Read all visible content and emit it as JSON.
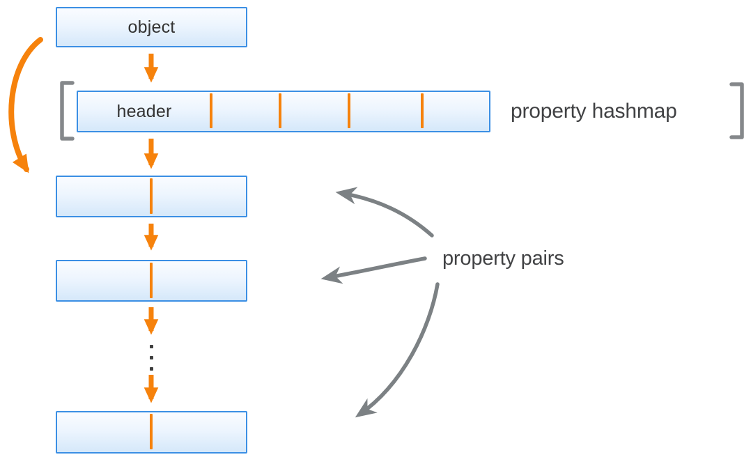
{
  "labels": {
    "object": "object",
    "header": "header",
    "hashmap_caption": "property hashmap",
    "pairs_caption": "property pairs",
    "ellipsis": "⋮"
  },
  "colors": {
    "accent_orange": "#F6820C",
    "box_border_blue": "#3B8FE4",
    "box_fill_top": "#FAFCFF",
    "box_fill_bottom": "#D5E8FA",
    "arrow_gray": "#7C8184",
    "bracket_gray": "#85888B",
    "caption_text": "#414244",
    "box_text": "#333333",
    "ellipsis_dot": "#3E3E3E"
  },
  "structure": {
    "hashmap_slot_dividers": 4,
    "property_pair_rows_visible": 3,
    "pair_rows_continue": true
  },
  "icons": {
    "flow_arrow": "orange straight down arrow",
    "object_to_pairs_arrow": "orange curved arrow",
    "pairs_pointer_arrow": "gray curved pointer arrow",
    "bracket": "gray square bracket"
  }
}
